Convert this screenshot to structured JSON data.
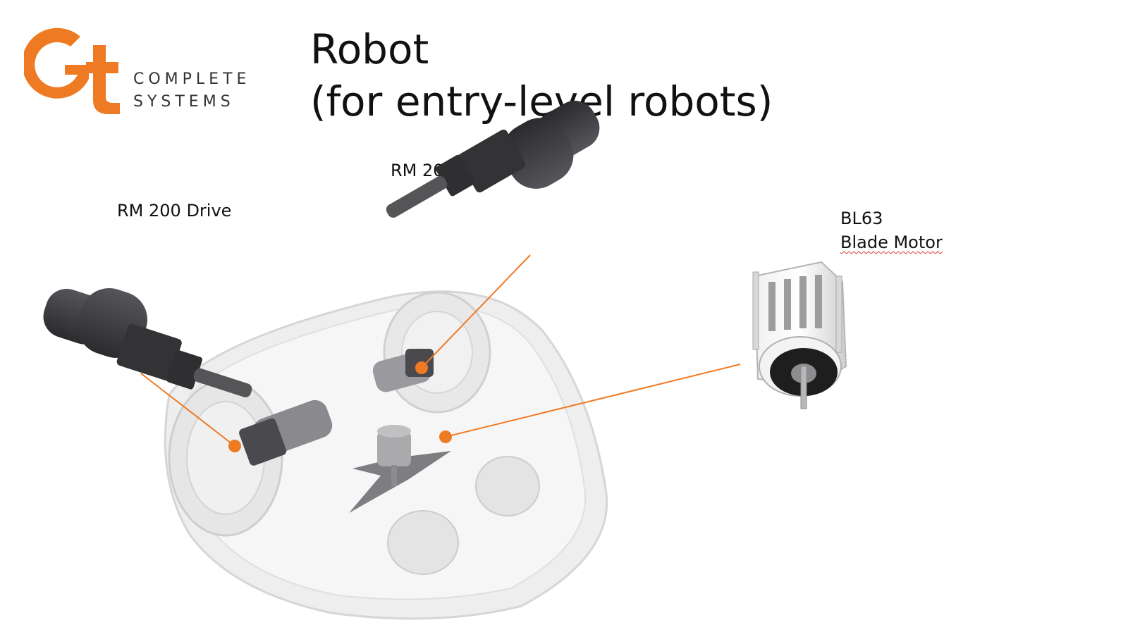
{
  "logo": {
    "text_line1": "COMPLETE",
    "text_line2": "SYSTEMS",
    "brand_color": "#ef7a24"
  },
  "title": {
    "line1": "Robot",
    "line2": "(for entry-level robots)"
  },
  "labels": {
    "drive_left": "RM 200 Drive",
    "drive_top": "RM 200 Drive",
    "blade_model": "BL63",
    "blade_name": "Blade Motor"
  },
  "colors": {
    "callout": "#ef7a24",
    "motor_dark": "#3a3a3c",
    "chassis": "#d7d7d7"
  }
}
